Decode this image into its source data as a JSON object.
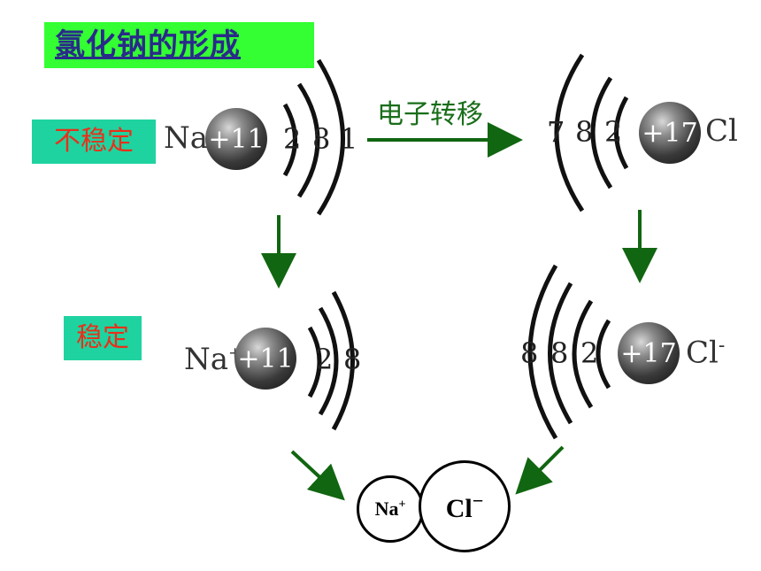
{
  "title": "氯化钠的形成",
  "labels": {
    "unstable": "不稳定",
    "stable": "稳定"
  },
  "transfer_label": "电子转移",
  "atoms": {
    "na": {
      "symbol": "Na",
      "nucleus": "+11",
      "shells": [
        "2",
        "8",
        "1"
      ]
    },
    "cl": {
      "symbol": "Cl",
      "nucleus": "+17",
      "shells": [
        "2",
        "8",
        "7"
      ]
    },
    "na_ion": {
      "symbol": "Na",
      "charge": "+",
      "nucleus": "+11",
      "shells": [
        "2",
        "8"
      ]
    },
    "cl_ion": {
      "symbol": "Cl",
      "charge": "-",
      "nucleus": "+17",
      "shells": [
        "2",
        "8",
        "8"
      ]
    }
  },
  "compound": {
    "na": "Na",
    "na_charge": "+",
    "cl": "Cl",
    "cl_charge": "−"
  },
  "colors": {
    "arrow": "#116611",
    "title_bg": "#33ff33",
    "label_bg": "#1fd3a0",
    "label_text": "#e8301a"
  }
}
